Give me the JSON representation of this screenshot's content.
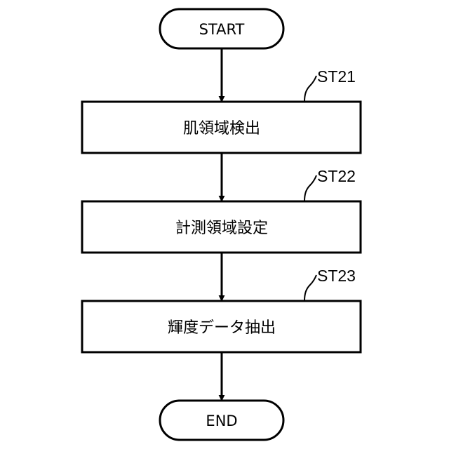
{
  "start_label": "START",
  "end_label": "END",
  "steps": [
    {
      "id": "ST21",
      "label": "肌領域検出"
    },
    {
      "id": "ST22",
      "label": "計測領域設定"
    },
    {
      "id": "ST23",
      "label": "輝度データ抽出"
    }
  ]
}
